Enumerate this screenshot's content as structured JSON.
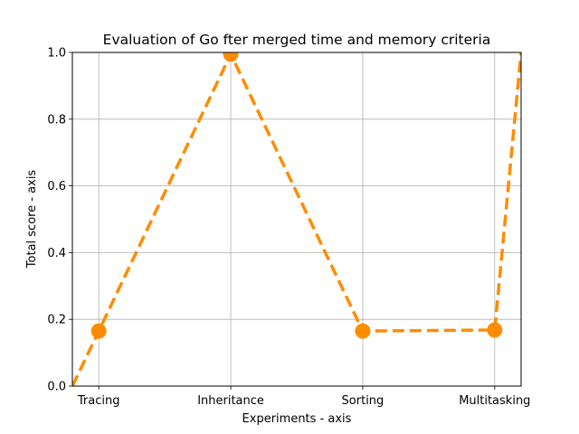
{
  "chart_data": {
    "type": "line",
    "title": "Evaluation of Go fter merged time and memory criteria",
    "xlabel": "Experiments - axis",
    "ylabel": "Total score - axis",
    "categories": [
      "Tracing",
      "Inheritance",
      "Sorting",
      "Multitasking"
    ],
    "series": [
      {
        "values": [
          0.165,
          0.995,
          0.165,
          0.168
        ],
        "color": "#ff8c00",
        "line_style": "dashed",
        "marker": "circle"
      }
    ],
    "trend_extension": {
      "start": {
        "x": "before Tracing",
        "y": 0.0
      },
      "end": {
        "x": "after Multitasking",
        "y": 1.0
      }
    },
    "ylim": [
      0,
      1
    ],
    "yticks": [
      "0.0",
      "0.2",
      "0.4",
      "0.6",
      "0.8",
      "1.0"
    ],
    "grid": true,
    "legend": "none"
  }
}
